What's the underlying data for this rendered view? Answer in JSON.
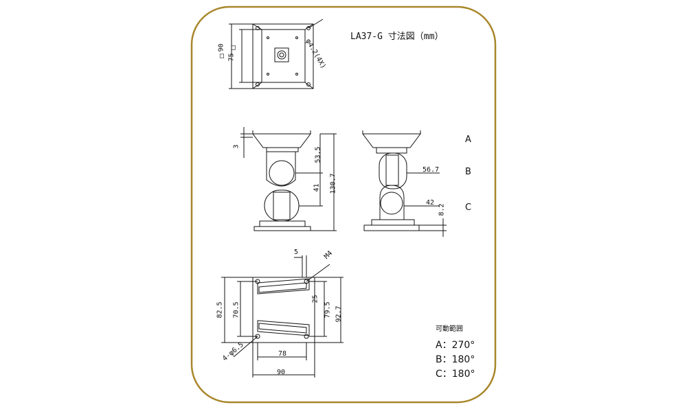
{
  "title": "LA37-G 寸法図（mm）",
  "dims": {
    "top_90": "90",
    "top_75": "75",
    "top_square1": "□",
    "top_square2": "□",
    "hole": "φ4.2(4X)",
    "side_3": "3",
    "side_53_5": "53.5",
    "side_41": "41",
    "side_130_7": "130.7",
    "front_56_7": "56.7",
    "front_42": "42",
    "front_8_2": "8.2",
    "bottom_5": "5",
    "bottom_m4": "M4",
    "bottom_82_5": "82.5",
    "bottom_70_5": "70.5",
    "bottom_25": "25",
    "bottom_79_5": "79.5",
    "bottom_92_7": "92.7",
    "bottom_hole": "4-φ6.5",
    "bottom_78": "78",
    "bottom_90": "90"
  },
  "axis_labels": {
    "a": "A",
    "b": "B",
    "c": "C"
  },
  "range": {
    "heading": "可動範囲",
    "a": "A：270°",
    "b": "B：180°",
    "c": "C：180°"
  }
}
